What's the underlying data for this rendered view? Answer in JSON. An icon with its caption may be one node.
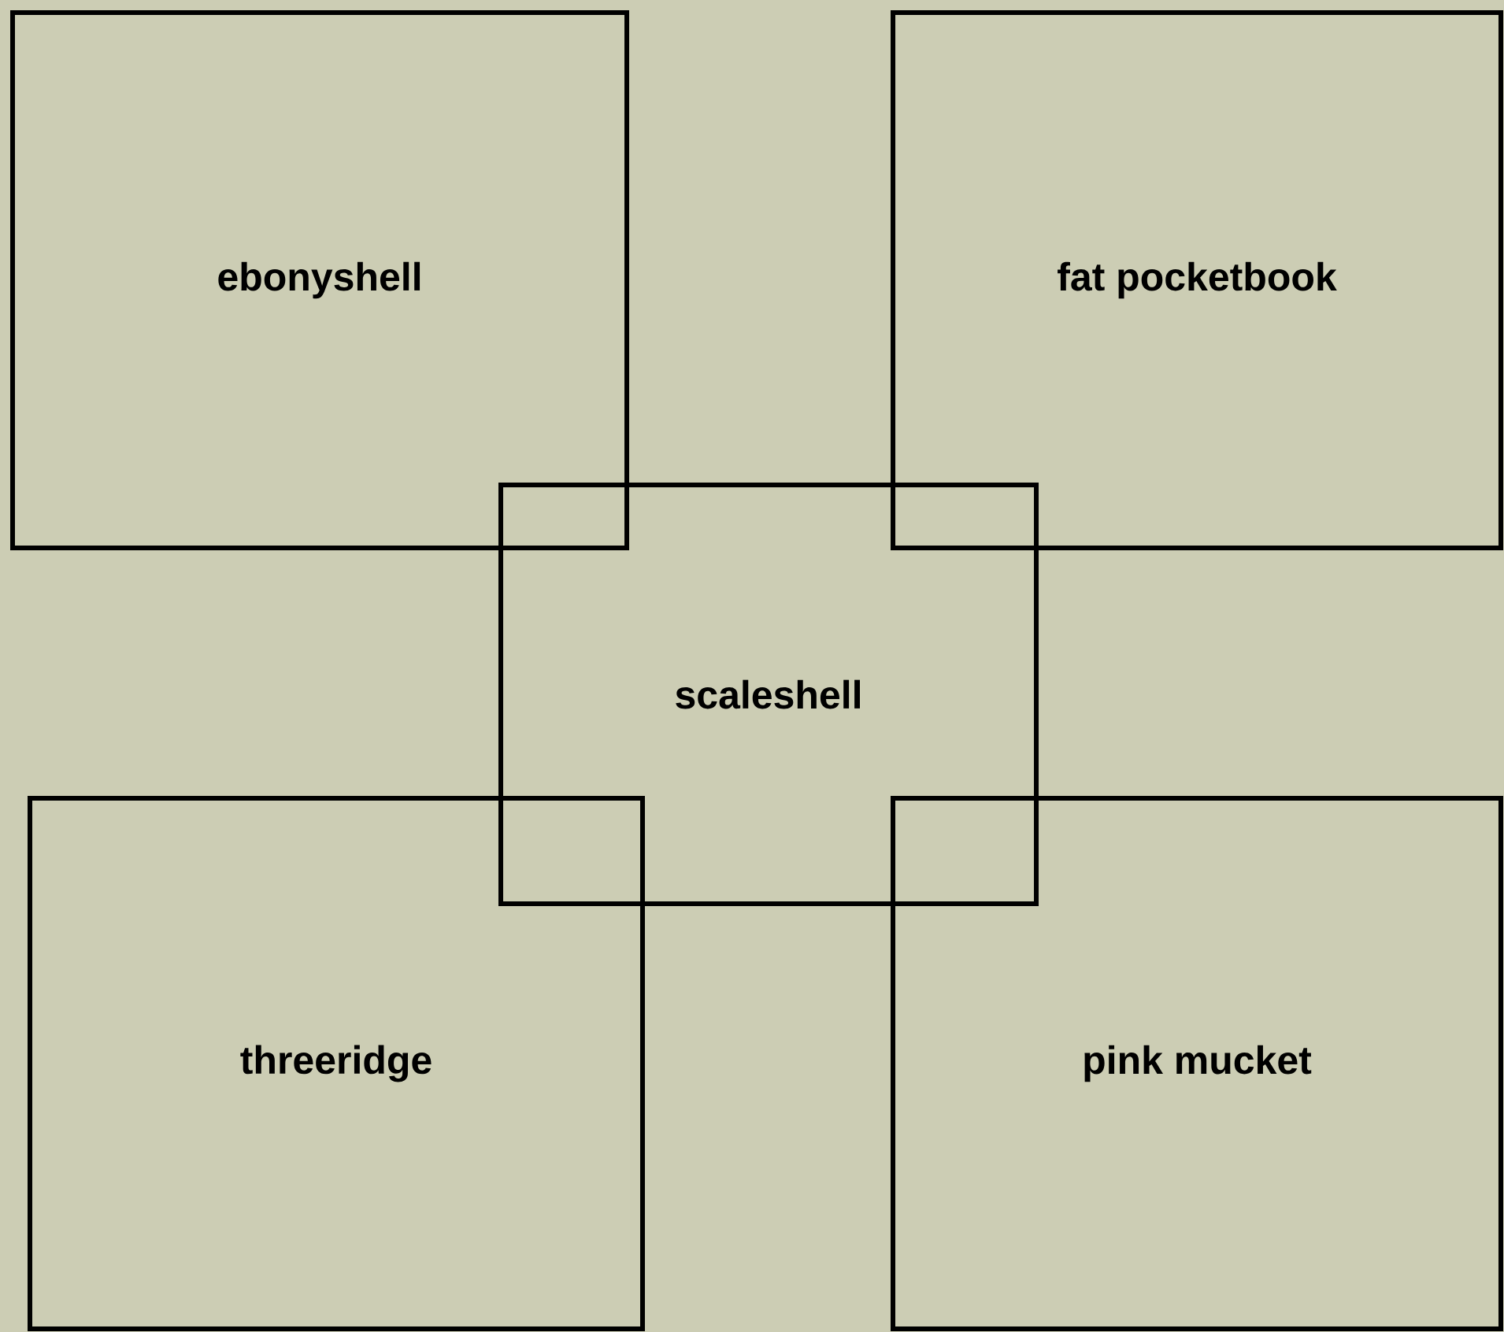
{
  "diagram": {
    "nodes": [
      {
        "text": [
          "ebonyshell"
        ]
      },
      {
        "text": [
          "fat pocketbook"
        ]
      },
      {
        "text": [
          "scaleshell"
        ]
      },
      {
        "text": [
          "threeridge"
        ]
      },
      {
        "text": [
          "pink mucket"
        ]
      }
    ]
  }
}
